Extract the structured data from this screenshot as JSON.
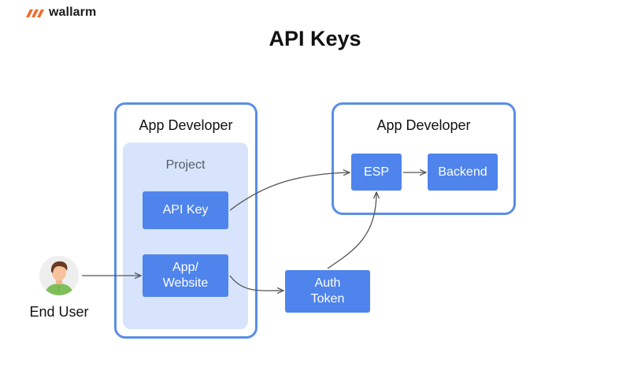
{
  "brand": {
    "name": "wallarm"
  },
  "title": "API Keys",
  "nodes": {
    "left_group_label": "App Developer",
    "right_group_label": "App Developer",
    "project_label": "Project",
    "api_key": "API Key",
    "app_website_line1": "App/",
    "app_website_line2": "Website",
    "esp": "ESP",
    "backend": "Backend",
    "auth_token_line1": "Auth",
    "auth_token_line2": "Token",
    "end_user": "End User"
  },
  "colors": {
    "group_border": "#5a8ee6",
    "box_fill": "#4f84ec",
    "project_fill": "#d7e4fb",
    "arrow": "#555555",
    "logo_orange": "#f26a2a"
  },
  "icons": {
    "logo": "wallarm-logo-icon",
    "avatar": "end-user-avatar-icon"
  }
}
